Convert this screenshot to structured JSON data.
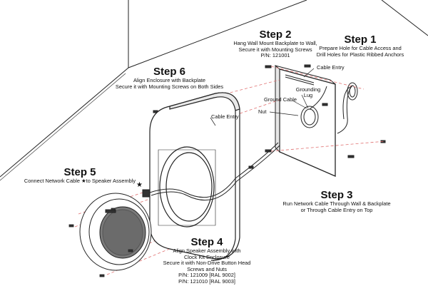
{
  "steps": {
    "step1": {
      "title": "Step 1",
      "lines": [
        "Prepare Hole for Cable Access and",
        "Drill Holes for Plastic Ribbed Anchors"
      ]
    },
    "step2": {
      "title": "Step 2",
      "lines": [
        "Hang Wall Mount Backplate to Wall,",
        "Secure it with Mounting Screws",
        "P/N: 121001"
      ]
    },
    "step3": {
      "title": "Step 3",
      "lines": [
        "Run Network Cable Through Wall & Backplate",
        "or Through Cable Entry on Top"
      ]
    },
    "step4": {
      "title": "Step 4",
      "lines": [
        "Align Speaker Assembly with",
        "Clock Kit Enclosure",
        "Secure it with Non-Drive Button Head",
        "Screws and Nuts",
        "P/N: 121009 [RAL 9002]",
        "P/N: 121010 [RAL 9003]"
      ]
    },
    "step5": {
      "title": "Step 5",
      "lines": [
        "Connect Network Cable ★to Speaker Assembly"
      ]
    },
    "step6": {
      "title": "Step 6",
      "lines": [
        "Align Enclosure with Backplate",
        "Secure it with Mounting Screws on Both Sides"
      ]
    }
  },
  "callouts": {
    "cable_entry_backplate": "Cable Entry",
    "cable_entry_enclosure": "Cable Entry",
    "ground_cable": "Ground Cable",
    "grounding_lug": [
      "Grounding",
      "Lug"
    ],
    "nut": "Nut"
  },
  "markers": {
    "star": "★"
  }
}
